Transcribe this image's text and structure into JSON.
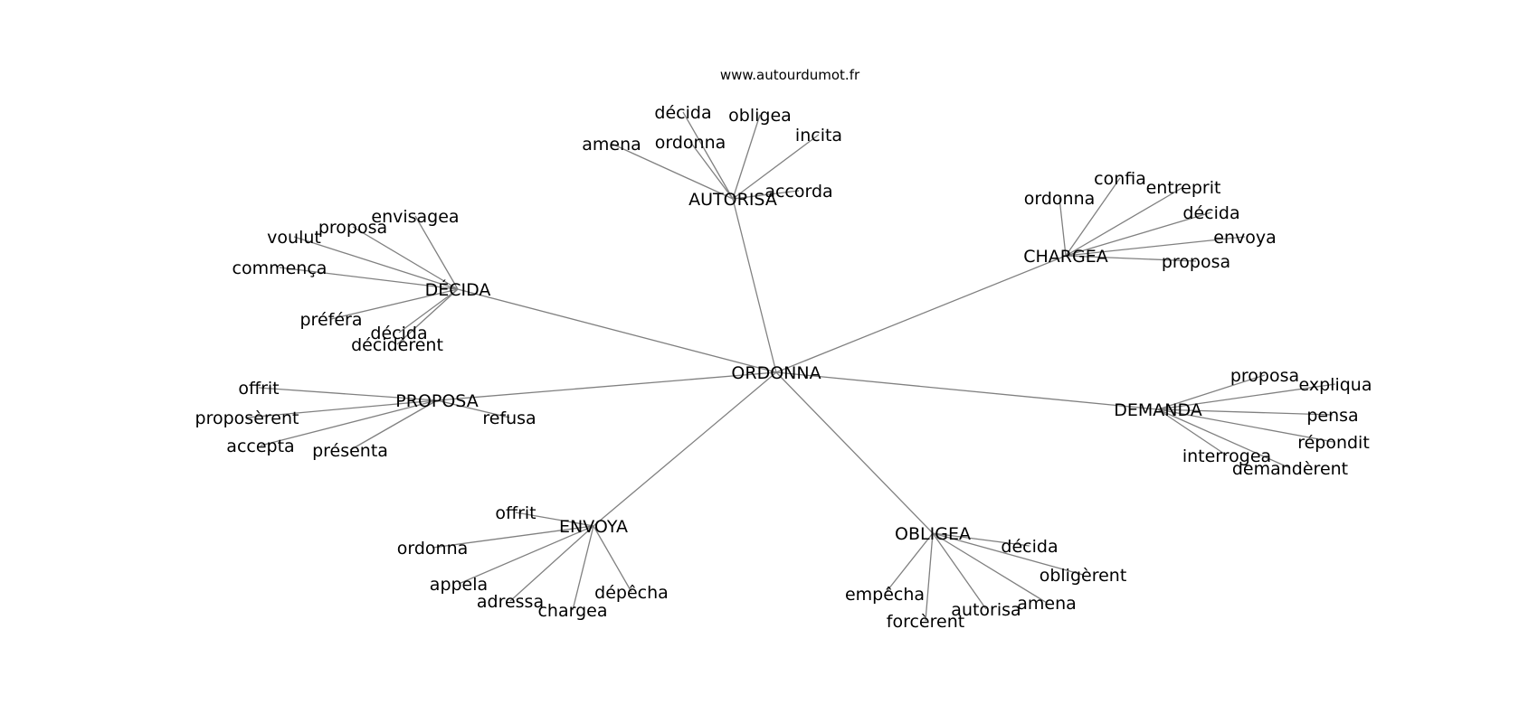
{
  "watermark": "www.autourdumot.fr",
  "edge_color": "#808080",
  "text_color": "#000000",
  "root": "ORDONNA",
  "groups": [
    {
      "hub": "AUTORISA",
      "leaves": [
        "décida",
        "obligea",
        "ordonna",
        "incita",
        "amena",
        "accorda"
      ]
    },
    {
      "hub": "CHARGEA",
      "leaves": [
        "confia",
        "entreprit",
        "ordonna",
        "décida",
        "envoya",
        "proposa"
      ]
    },
    {
      "hub": "DÉCIDA",
      "leaves": [
        "envisagea",
        "proposa",
        "voulut",
        "commença",
        "préféra",
        "décida",
        "décidèrent"
      ]
    },
    {
      "hub": "PROPOSA",
      "leaves": [
        "offrit",
        "proposèrent",
        "refusa",
        "accepta",
        "présenta"
      ]
    },
    {
      "hub": "DEMANDA",
      "leaves": [
        "proposa",
        "expliqua",
        "pensa",
        "répondit",
        "interrogea",
        "demandèrent"
      ]
    },
    {
      "hub": "ENVOYA",
      "leaves": [
        "offrit",
        "ordonna",
        "appela",
        "adressa",
        "chargea",
        "dépêcha"
      ]
    },
    {
      "hub": "OBLIGEA",
      "leaves": [
        "décida",
        "obligèrent",
        "empêcha",
        "amena",
        "autorisa",
        "forcèrent"
      ]
    }
  ]
}
